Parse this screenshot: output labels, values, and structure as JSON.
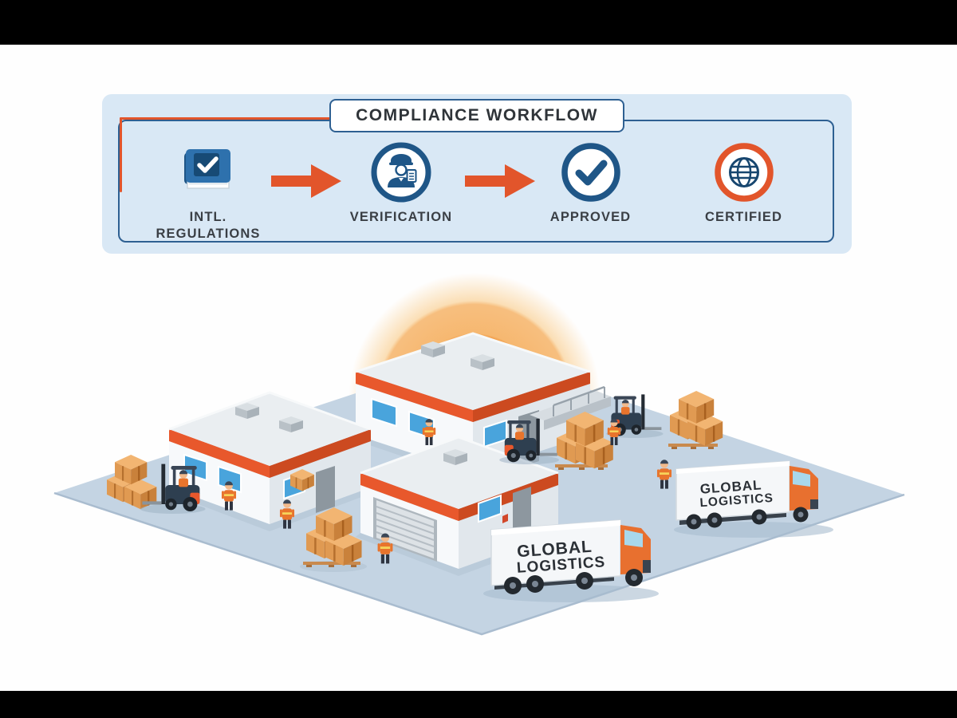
{
  "workflow": {
    "title": "COMPLIANCE WORKFLOW",
    "steps": [
      {
        "icon": "rulebook-check-icon",
        "label_line1": "INTL.",
        "label_line2": "REGULATIONS"
      },
      {
        "icon": "customs-officer-icon",
        "label_line1": "VERIFICATION",
        "label_line2": ""
      },
      {
        "icon": "check-circle-icon",
        "label_line1": "APPROVED",
        "label_line2": ""
      },
      {
        "icon": "globe-icon",
        "label_line1": "CERTIFIED",
        "label_line2": ""
      }
    ]
  },
  "scene": {
    "trucks": [
      {
        "label_line1": "GLOBAL",
        "label_line2": "LOGISTICS"
      },
      {
        "label_line1": "GLOBAL",
        "label_line2": "LOGISTICS"
      }
    ]
  },
  "colors": {
    "accent_orange": "#E2552B",
    "deep_blue": "#1F5687",
    "panel_background": "#D9E8F5",
    "panel_border": "#2E6092",
    "ground": "#C4D4E3",
    "roof_trim": "#E8582C",
    "window_blue": "#49A4DC",
    "crate_orange": "#E09A52",
    "truck_cab": "#E8702F",
    "sun_glow": "#F2983F",
    "letterbox": "#000000"
  }
}
